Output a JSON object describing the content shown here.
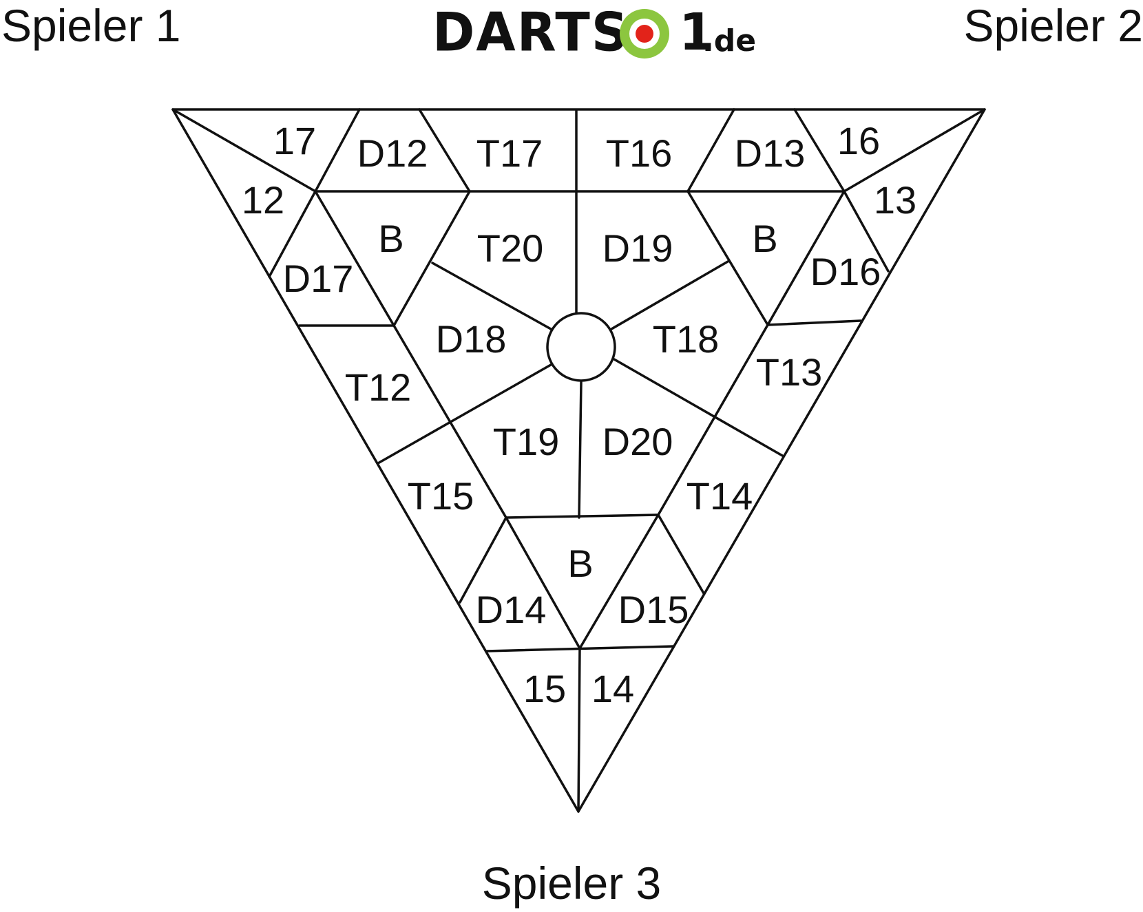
{
  "players": {
    "player1": "Spieler 1",
    "player2": "Spieler 2",
    "player3": "Spieler 3"
  },
  "logo": {
    "name": "DARTS",
    "number": "1",
    "tld": ".de",
    "accent_green": "#8cc63f",
    "accent_red": "#e2231a"
  },
  "segments": {
    "s17": "17",
    "d12": "D12",
    "t17": "T17",
    "t16": "T16",
    "d13": "D13",
    "s16": "16",
    "s12": "12",
    "b_left": "B",
    "t20": "T20",
    "d19": "D19",
    "b_right": "B",
    "s13": "13",
    "d17": "D17",
    "d16": "D16",
    "d18": "D18",
    "t18": "T18",
    "t12": "T12",
    "t13": "T13",
    "t19": "T19",
    "d20": "D20",
    "t15": "T15",
    "t14": "T14",
    "b_bottom": "B",
    "d14": "D14",
    "d15": "D15",
    "s15": "15",
    "s14": "14"
  }
}
